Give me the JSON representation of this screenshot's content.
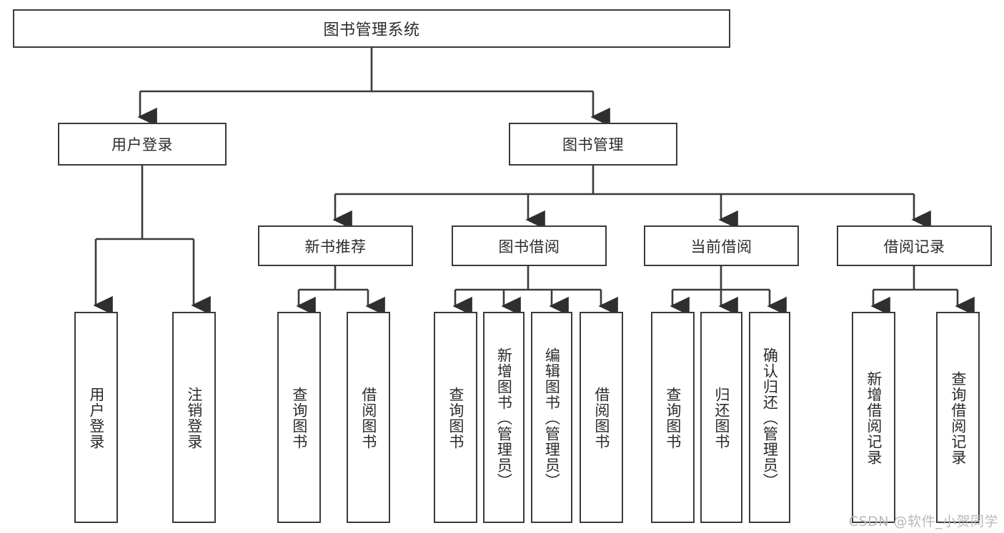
{
  "diagram": {
    "type": "hierarchy-tree",
    "title": "图书管理系统",
    "watermark": "CSDN @软件_小贺同学",
    "colors": {
      "box_border": "#3a3a3a",
      "box_fill": "#ffffff",
      "connector": "#3a3a3a",
      "text": "#2b2b2b",
      "watermark": "#b9b9b9"
    },
    "root": {
      "label": "图书管理系统"
    },
    "level2": [
      {
        "label": "用户登录"
      },
      {
        "label": "图书管理"
      }
    ],
    "level3": [
      {
        "label": "新书推荐"
      },
      {
        "label": "图书借阅"
      },
      {
        "label": "当前借阅"
      },
      {
        "label": "借阅记录"
      }
    ],
    "leaves": {
      "user_login": [
        {
          "label": "用户登录"
        },
        {
          "label": "注销登录"
        }
      ],
      "new_book_recommend": [
        {
          "label": "查询图书"
        },
        {
          "label": "借阅图书"
        }
      ],
      "book_borrow": [
        {
          "label": "查询图书"
        },
        {
          "label": "新增图书（管理员）"
        },
        {
          "label": "编辑图书（管理员）"
        },
        {
          "label": "借阅图书"
        }
      ],
      "current_borrow": [
        {
          "label": "查询图书"
        },
        {
          "label": "归还图书"
        },
        {
          "label": "确认归还（管理员）"
        }
      ],
      "borrow_record": [
        {
          "label": "新增借阅记录"
        },
        {
          "label": "查询借阅记录"
        }
      ]
    }
  }
}
